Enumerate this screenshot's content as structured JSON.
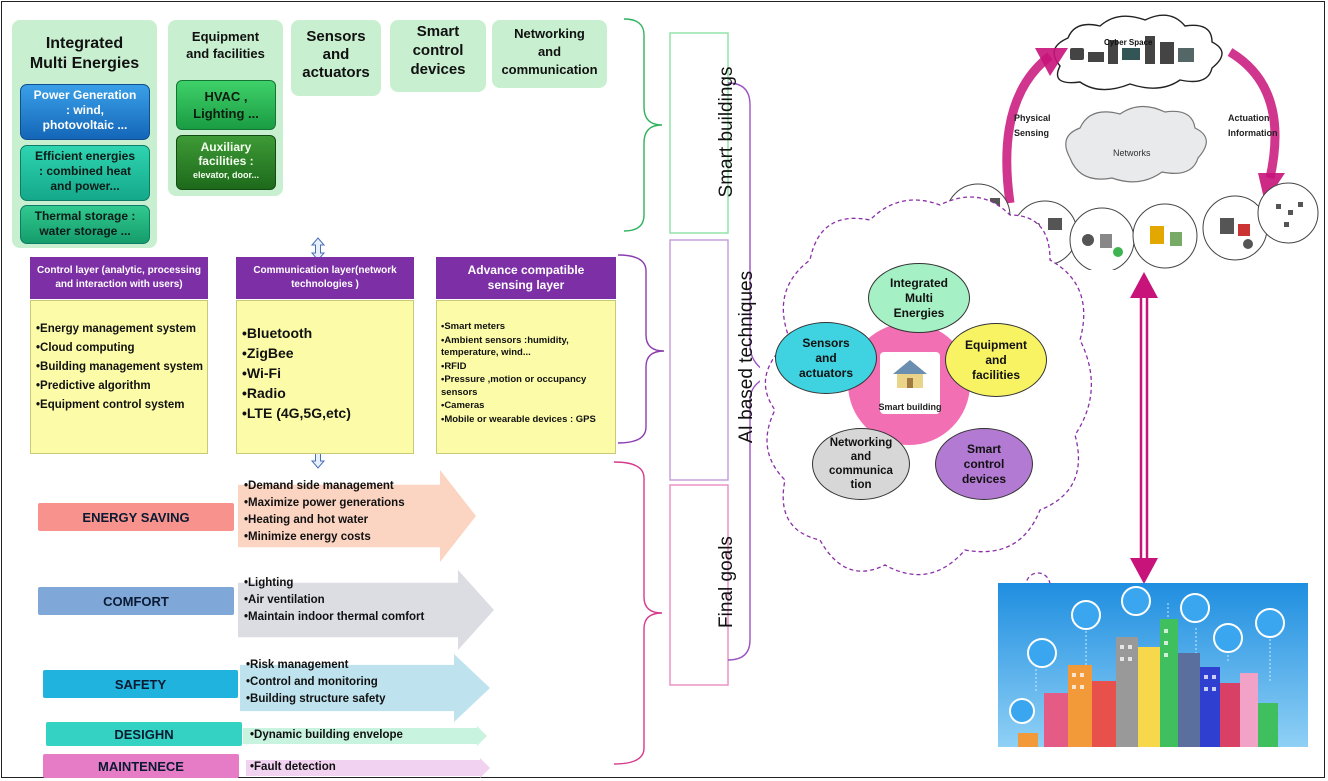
{
  "top_boxes": {
    "integrated": {
      "title_line1": "Integrated",
      "title_line2": "Multi Energies"
    },
    "power_generation": {
      "line1": "Power Generation",
      "line2": ": wind,",
      "line3": "photovoltaic ..."
    },
    "efficient_energies": {
      "line1": "Efficient energies",
      "line2": ": combined heat",
      "line3": "and power..."
    },
    "thermal_storage": {
      "line1": "Thermal storage :",
      "line2": "water storage ..."
    },
    "equipment": {
      "line1": "Equipment",
      "line2": "and facilities"
    },
    "hvac": {
      "line1": "HVAC ,",
      "line2": "Lighting ..."
    },
    "auxiliary": {
      "line1": "Auxiliary",
      "line2": "facilities :",
      "line3": "elevator, door..."
    },
    "sensors": {
      "line1": "Sensors",
      "line2": "and",
      "line3": "actuators"
    },
    "smart_control": {
      "line1": "Smart",
      "line2": "control",
      "line3": "devices"
    },
    "networking": {
      "line1": "Networking",
      "line2": "and",
      "line3": "communication"
    }
  },
  "layers": {
    "control": {
      "header": "Control layer (analytic, processing and interaction with users)",
      "items": [
        "•Energy management system",
        "•Cloud computing",
        "•Building management system",
        "•Predictive algorithm",
        "•Equipment control system"
      ]
    },
    "communication": {
      "header": "Communication layer(network technologies )",
      "items": [
        "•Bluetooth",
        "•ZigBee",
        "•Wi-Fi",
        "•Radio",
        "•LTE (4G,5G,etc)"
      ]
    },
    "sensing": {
      "header": "Advance compatible sensing layer",
      "items": [
        "•Smart meters",
        "•Ambient sensors :humidity, temperature, wind...",
        "•RFID",
        "•Pressure ,motion or occupancy sensors",
        "•Cameras",
        "•Mobile or wearable devices : GPS"
      ]
    }
  },
  "goals": [
    {
      "label": "ENERGY SAVING",
      "color": "#f7938c",
      "arrow_color": "#fbd4c2",
      "items": [
        "•Demand side management",
        "•Maximize power generations",
        "•Heating and hot water",
        "•Minimize energy costs"
      ]
    },
    {
      "label": "COMFORT",
      "color": "#7fa7d8",
      "arrow_color": "#dcdde3",
      "items": [
        "•Lighting",
        "•Air ventilation",
        "•Maintain indoor thermal comfort"
      ]
    },
    {
      "label": "SAFETY",
      "color": "#20b3de",
      "arrow_color": "#bfe3ee",
      "items": [
        "•Risk management",
        "•Control and monitoring",
        "•Building structure safety"
      ]
    },
    {
      "label": "DESIGHN",
      "color": "#33d2c2",
      "arrow_color": "#c8f3df",
      "items": [
        "•Dynamic building envelope"
      ]
    },
    {
      "label": "MAINTENECE",
      "color": "#e77cc6",
      "arrow_color": "#f2d2f1",
      "items": [
        "•Fault detection"
      ]
    }
  ],
  "side_labels": {
    "smart_buildings": "Smart buildings",
    "ai_techniques": "AI based techniques",
    "final_goals": "Final goals"
  },
  "cps": {
    "cyber_space": "Cyber Space",
    "networks": "Networks",
    "physical_sensing": "Physical Sensing",
    "actuation_information": "Actuation Information"
  },
  "flower": {
    "center": "Smart building",
    "petals": {
      "integrated": "Integrated Multi Energies",
      "sensors": "Sensors and actuators",
      "equipment": "Equipment and facilities",
      "networking": "Networking and communica tion",
      "smart_control": "Smart control devices"
    }
  },
  "colors": {
    "green_light": "#c8efcf",
    "purple": "#7d2fa6",
    "yellow": "#fcfca8",
    "magenta": "#c8137a",
    "flower_pink": "#f26fb3"
  }
}
